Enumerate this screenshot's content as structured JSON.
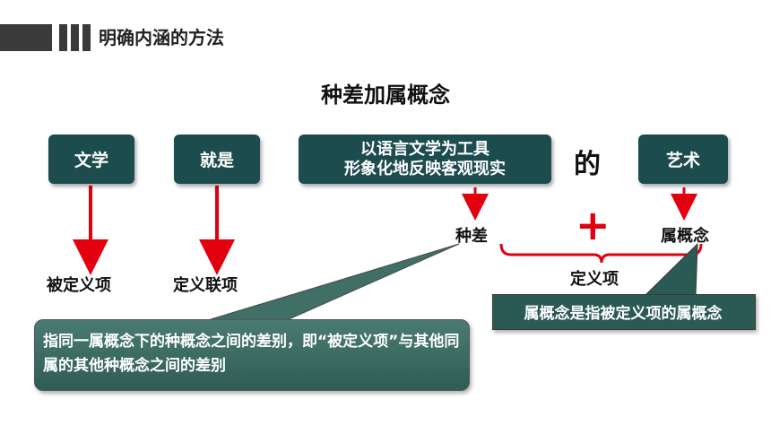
{
  "header": {
    "title": "明确内涵的方法"
  },
  "main_title": "种差加属概念",
  "boxes": {
    "literature": "文学",
    "is": "就是",
    "differentia_line1": "以语言文学为工具",
    "differentia_line2": "形象化地反映客观现实",
    "art": "艺术"
  },
  "connector": "的",
  "labels": {
    "definiendum": "被定义项",
    "copula": "定义联项",
    "differentia": "种差",
    "plus": "+",
    "genus": "属概念",
    "definiens": "定义项"
  },
  "callouts": {
    "differentia_note": "指同一属概念下的种概念之间的差别，即“被定义项”与其他同属的其他种概念之间的差别",
    "genus_note": "属概念是指被定义项的属概念"
  },
  "colors": {
    "box_fill": "#1d4c4f",
    "arrow": "#e3000e",
    "bracket": "#e3000e",
    "callout_fill": "#3d6e65"
  }
}
